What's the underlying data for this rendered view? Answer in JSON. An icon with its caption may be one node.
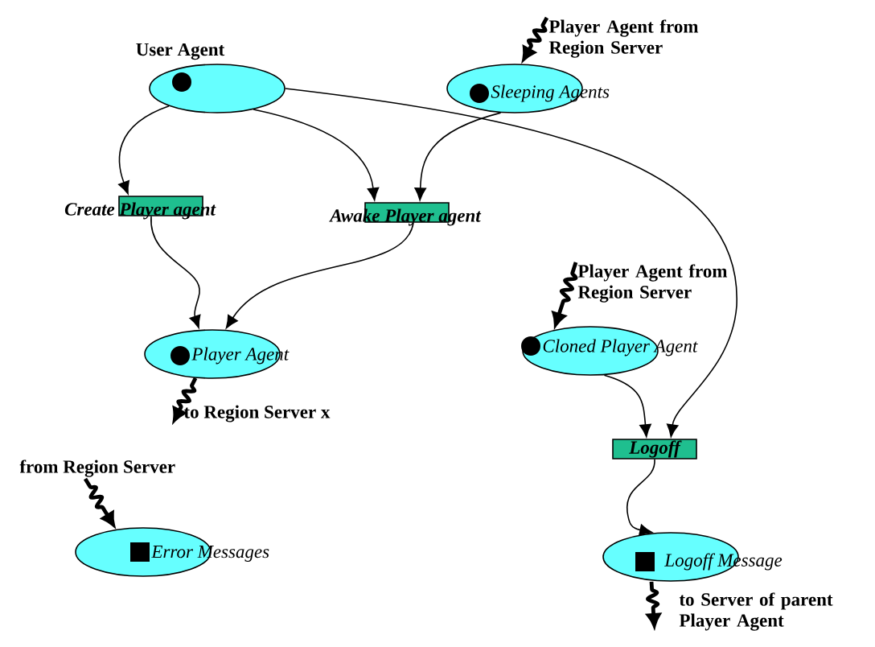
{
  "diagram": {
    "nodes": [
      {
        "text": [
          "User Agent"
        ]
      },
      {
        "text": [
          "Sleeping Agents"
        ]
      },
      {
        "text": [
          "Player Agent from Region Server"
        ]
      },
      {
        "text": [
          "Create Player agent"
        ]
      },
      {
        "text": [
          "Awake Player agent"
        ]
      },
      {
        "text": [
          "Player Agent"
        ]
      },
      {
        "text": [
          "Player Agent from Region Server"
        ]
      },
      {
        "text": [
          "Cloned Player Agent"
        ]
      },
      {
        "text": [
          "to Region Server x"
        ]
      },
      {
        "text": [
          "Logoff"
        ]
      },
      {
        "text": [
          "from Region Server"
        ]
      },
      {
        "text": [
          "Error Messages"
        ]
      },
      {
        "text": [
          "Logoff Message"
        ]
      },
      {
        "text": [
          "to Server of parent Player Agent"
        ]
      }
    ],
    "edges": [
      {
        "from": 2,
        "to": 1,
        "arrow": "to",
        "style": "thick"
      },
      {
        "from": 0,
        "to": 3,
        "arrow": "to"
      },
      {
        "from": 0,
        "to": 4,
        "arrow": "to"
      },
      {
        "from": 1,
        "to": 4,
        "arrow": "to"
      },
      {
        "from": 0,
        "to": 9,
        "arrow": "to"
      },
      {
        "from": 3,
        "to": 5,
        "arrow": "to"
      },
      {
        "from": 4,
        "to": 5,
        "arrow": "to"
      },
      {
        "from": 5,
        "to": 8,
        "arrow": "to",
        "style": "thick"
      },
      {
        "from": 6,
        "to": 7,
        "arrow": "to",
        "style": "thick"
      },
      {
        "from": 7,
        "to": 9,
        "arrow": "to"
      },
      {
        "from": 9,
        "to": 12,
        "arrow": "to"
      },
      {
        "from": 10,
        "to": 11,
        "arrow": "to",
        "style": "thick"
      },
      {
        "from": 12,
        "to": 13,
        "arrow": "to",
        "style": "thick"
      }
    ]
  }
}
